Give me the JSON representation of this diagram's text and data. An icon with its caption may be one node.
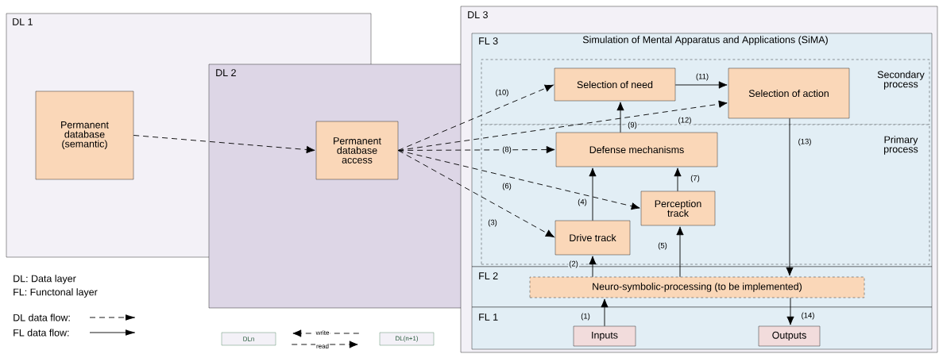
{
  "diagram": {
    "nodes": [
      {
        "text": [
          "DL 1"
        ]
      },
      {
        "text": [
          "Permanent database (semantic)"
        ],
        "in": 0
      },
      {
        "text": [
          "DL 2"
        ]
      },
      {
        "text": [
          "Permanent database access"
        ],
        "in": 2
      },
      {
        "text": [
          "DL 3"
        ]
      },
      {
        "text": [
          "FL 3",
          "Simulation of Mental Apparatus and Applications (SiMA)"
        ],
        "in": 4
      },
      {
        "text": [
          "Secondary process"
        ],
        "in": 5
      },
      {
        "text": [
          "Primary process"
        ],
        "in": 5
      },
      {
        "text": [
          "Selection of need"
        ],
        "in": 6
      },
      {
        "text": [
          "Selection of action"
        ],
        "in": 6
      },
      {
        "text": [
          "Defense mechanisms"
        ],
        "in": 7
      },
      {
        "text": [
          "Perception track"
        ],
        "in": 7
      },
      {
        "text": [
          "Drive track"
        ],
        "in": 7
      },
      {
        "text": [
          "FL 2"
        ],
        "in": 4
      },
      {
        "text": [
          "Neuro-symbolic-processing (to be implemented)"
        ],
        "in": 13
      },
      {
        "text": [
          "FL 1"
        ],
        "in": 4
      },
      {
        "text": [
          "Inputs"
        ],
        "in": 15
      },
      {
        "text": [
          "Outputs"
        ],
        "in": 15
      },
      {
        "text": [
          "DLn"
        ]
      },
      {
        "text": [
          "DL(n+1)"
        ]
      }
    ],
    "edges": [
      {
        "from": 1,
        "to": 3,
        "arrow": "to",
        "style": "dashed"
      },
      {
        "from": 3,
        "to": 12,
        "arrow": "to",
        "style": "dashed",
        "label": "(3)"
      },
      {
        "from": 3,
        "to": 11,
        "arrow": "to",
        "style": "dashed",
        "label": "(6)"
      },
      {
        "from": 3,
        "to": 10,
        "arrow": "to",
        "style": "dashed",
        "label": "(8)"
      },
      {
        "from": 3,
        "to": 8,
        "arrow": "to",
        "style": "dashed",
        "label": "(10)"
      },
      {
        "from": 3,
        "to": 9,
        "arrow": "to",
        "style": "dashed",
        "label": "(12)"
      },
      {
        "from": 16,
        "to": 14,
        "arrow": "to",
        "label": "(1)"
      },
      {
        "from": 14,
        "to": 12,
        "arrow": "to",
        "label": "(2)"
      },
      {
        "from": 12,
        "to": 10,
        "arrow": "to",
        "label": "(4)"
      },
      {
        "from": 14,
        "to": 11,
        "arrow": "to",
        "label": "(5)"
      },
      {
        "from": 11,
        "to": 10,
        "arrow": "to",
        "label": "(7)"
      },
      {
        "from": 10,
        "to": 8,
        "arrow": "to",
        "label": "(9)"
      },
      {
        "from": 8,
        "to": 9,
        "arrow": "to",
        "label": "(11)"
      },
      {
        "from": 9,
        "to": 14,
        "arrow": "to",
        "label": "(13)"
      },
      {
        "from": 14,
        "to": 17,
        "arrow": "to",
        "label": "(14)"
      },
      {
        "from": 19,
        "to": 18,
        "arrow": "to",
        "style": "dashed",
        "label": "write"
      },
      {
        "from": 18,
        "to": 19,
        "arrow": "to",
        "style": "dashed",
        "label": "read"
      }
    ],
    "labels": [
      "DL: Data layer",
      "FL: Functonal layer"
    ],
    "legend": [
      {
        "text": "DL data flow:"
      },
      {
        "text": "FL data flow:"
      }
    ]
  }
}
